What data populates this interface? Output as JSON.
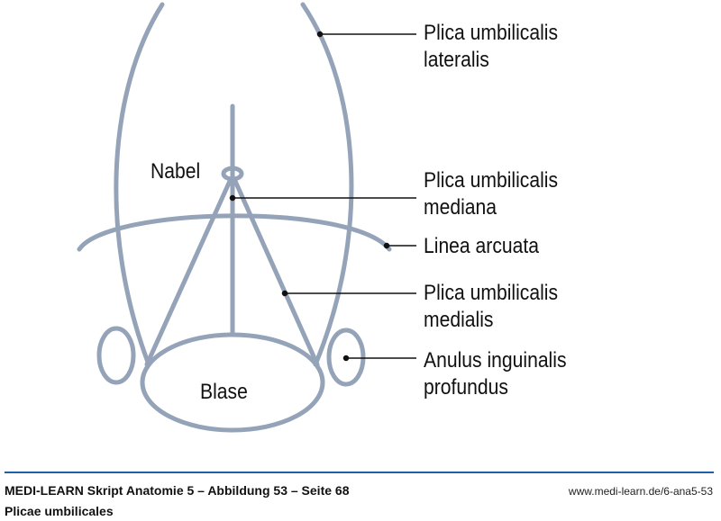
{
  "labels": {
    "lateralis": [
      "Plica umbilicalis",
      "lateralis"
    ],
    "mediana": [
      "Plica umbilicalis",
      "mediana"
    ],
    "arcuata": "Linea arcuata",
    "medialis": [
      "Plica umbilicalis",
      "medialis"
    ],
    "anulus": [
      "Anulus inguinalis",
      "profundus"
    ],
    "nabel": "Nabel",
    "blase": "Blase"
  },
  "footer": {
    "source": "MEDI-LEARN Skript Anatomie 5 – Abbildung 53 – Seite 68",
    "url": "www.medi-learn.de/6-ana5-53",
    "caption": "Plicae umbilicales"
  },
  "colors": {
    "structure": "#94a3b8",
    "accent": "#1f5fa8"
  }
}
